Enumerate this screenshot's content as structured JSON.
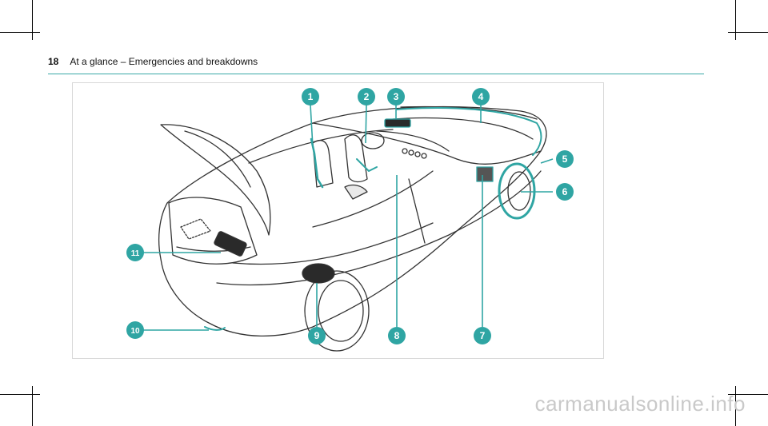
{
  "page": {
    "number": "18",
    "section_title": "At a glance – Emergencies and breakdowns"
  },
  "figure": {
    "callouts": [
      "1",
      "2",
      "3",
      "4",
      "5",
      "6",
      "7",
      "8",
      "9",
      "10",
      "11"
    ],
    "accent_color": "#2fa5a3"
  },
  "watermark": "carmanualsonline.info"
}
